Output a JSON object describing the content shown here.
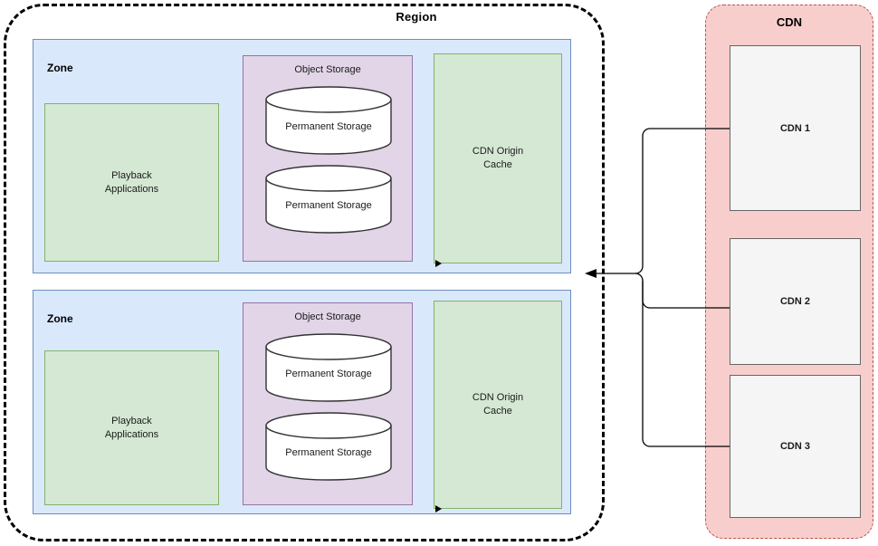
{
  "diagram": {
    "title": "Region",
    "region": {
      "label": "Region",
      "zones": [
        {
          "label": "Zone",
          "playback": "Playback\nApplications",
          "object_storage": {
            "label": "Object Storage",
            "cylinders": [
              "Permanent Storage",
              "Permanent Storage"
            ]
          },
          "origin_cache": "CDN Origin\nCache"
        },
        {
          "label": "Zone",
          "playback": "Playback\nApplications",
          "object_storage": {
            "label": "Object Storage",
            "cylinders": [
              "Permanent Storage",
              "Permanent Storage"
            ]
          },
          "origin_cache": "CDN Origin\nCache"
        }
      ]
    },
    "cdn": {
      "label": "CDN",
      "nodes": [
        {
          "label": "CDN 1"
        },
        {
          "label": "CDN 2"
        },
        {
          "label": "CDN 3"
        }
      ]
    },
    "colors": {
      "zone_fill": "#dae8fc",
      "zone_stroke": "#6c8ebf",
      "green_fill": "#d5e8d4",
      "green_stroke": "#82b366",
      "purple_fill": "#e1d5e7",
      "purple_stroke": "#9673a6",
      "cdn_fill": "#f8cecc",
      "cdn_stroke": "#b85450",
      "cdn_box_fill": "#f5f5f5",
      "cdn_box_stroke": "#666666",
      "region_stroke": "#000000",
      "connector_stroke": "#000000"
    }
  }
}
